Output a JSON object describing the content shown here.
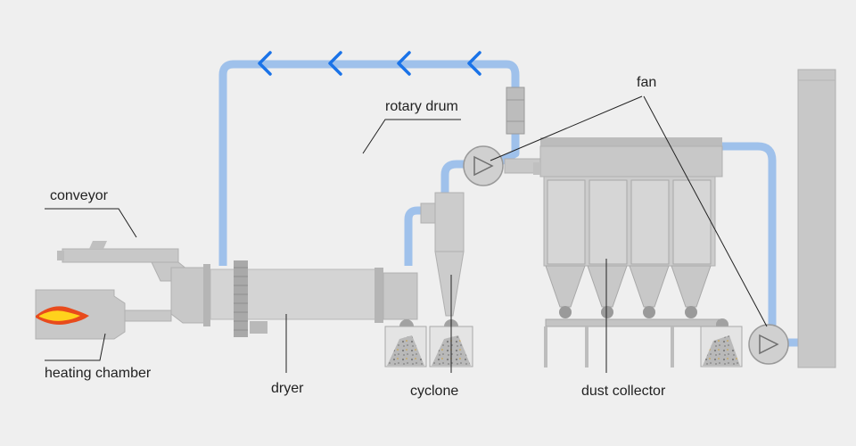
{
  "labels": {
    "rotary_drum": "rotary drum",
    "fan": "fan",
    "conveyor": "conveyor",
    "heating_chamber": "heating chamber",
    "dryer": "dryer",
    "cyclone": "cyclone",
    "dust_collector": "dust collector"
  },
  "colors": {
    "background": "#efefef",
    "equipment": "#c8c8c8",
    "equipment_dark": "#a9a9a9",
    "equipment_light": "#d8d8d8",
    "duct": "#9fc1eb",
    "flow_arrow": "#1a73e8",
    "flame_outer": "#e84b1c",
    "flame_inner": "#ffd21c",
    "leader_line": "#222222"
  },
  "icons": {
    "flow_direction": "chevron-left-icon"
  }
}
